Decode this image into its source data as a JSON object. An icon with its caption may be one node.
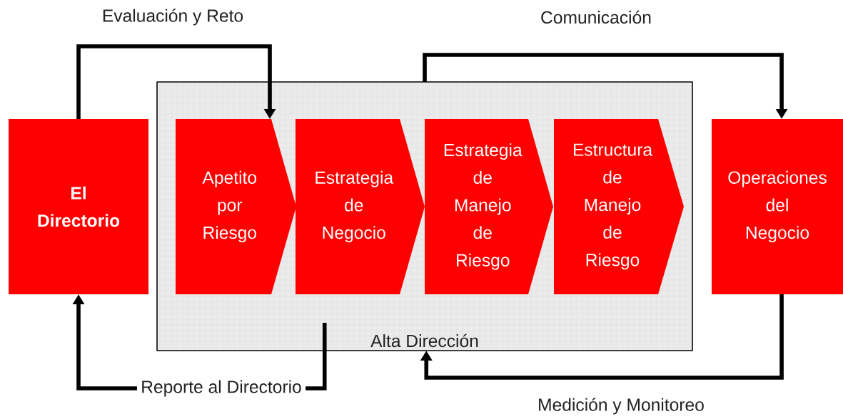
{
  "diagram": {
    "nodes": [
      {
        "text": [
          "El Directorio"
        ]
      },
      {
        "text": [
          "Alta Dirección"
        ]
      },
      {
        "text": [
          "Apetito por Riesgo"
        ],
        "in": 1
      },
      {
        "text": [
          "Estrategia de Negocio"
        ],
        "in": 1
      },
      {
        "text": [
          "Estrategia de Manejo de Riesgo"
        ],
        "in": 1
      },
      {
        "text": [
          "Estructura de Manejo de Riesgo"
        ],
        "in": 1
      },
      {
        "text": [
          "Operaciones del Negocio"
        ]
      }
    ],
    "edges": [
      {
        "from": 0,
        "to": 2,
        "arrow": "to",
        "label": "Evaluación y Reto"
      },
      {
        "from": 1,
        "to": 6,
        "arrow": "to",
        "label": "Comunicación"
      },
      {
        "from": 6,
        "to": 1,
        "arrow": "to",
        "label": "Medición y Monitoreo"
      },
      {
        "from": 1,
        "to": 0,
        "arrow": "to",
        "label": "Reporte al Directorio"
      }
    ]
  }
}
